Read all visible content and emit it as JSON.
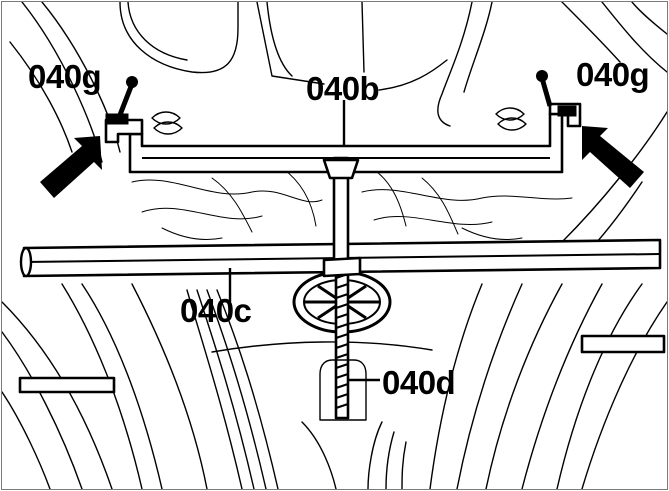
{
  "labels": {
    "hook_left": "040g",
    "hook_right": "040g",
    "upper_bar": "040b",
    "lower_bar": "040c",
    "spindle": "040d"
  },
  "colors": {
    "ink": "#000000",
    "paper": "#ffffff",
    "frame": "#7a7a7a"
  }
}
